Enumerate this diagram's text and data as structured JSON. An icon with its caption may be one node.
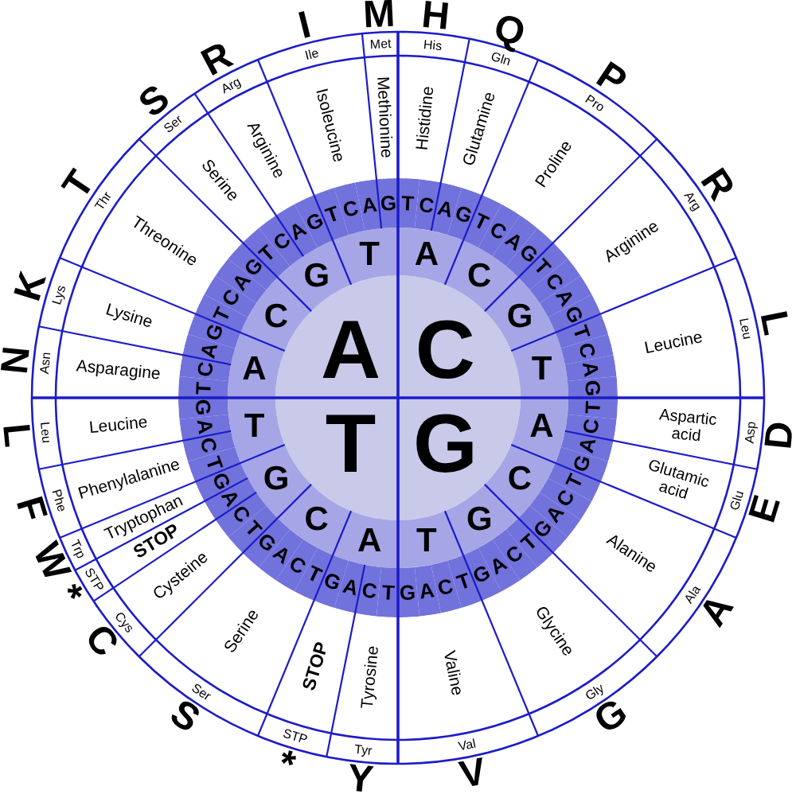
{
  "diagram": {
    "nodes": [
      {
        "text": [
          "A"
        ]
      },
      {
        "text": [
          "C"
        ]
      },
      {
        "text": [
          "T"
        ]
      },
      {
        "text": [
          "G"
        ]
      },
      {
        "text": [
          "A"
        ]
      },
      {
        "text": [
          "C"
        ]
      },
      {
        "text": [
          "G"
        ]
      },
      {
        "text": [
          "T"
        ]
      },
      {
        "text": [
          "A"
        ]
      },
      {
        "text": [
          "C"
        ]
      },
      {
        "text": [
          "G"
        ]
      },
      {
        "text": [
          "T"
        ]
      },
      {
        "text": [
          "A"
        ]
      },
      {
        "text": [
          "C"
        ]
      },
      {
        "text": [
          "G"
        ]
      },
      {
        "text": [
          "T"
        ]
      },
      {
        "text": [
          "A"
        ]
      },
      {
        "text": [
          "C"
        ]
      },
      {
        "text": [
          "G"
        ]
      },
      {
        "text": [
          "T"
        ]
      },
      {
        "text": [
          "T"
        ]
      },
      {
        "text": [
          "C"
        ]
      },
      {
        "text": [
          "A"
        ]
      },
      {
        "text": [
          "G"
        ]
      },
      {
        "text": [
          "T"
        ]
      },
      {
        "text": [
          "C"
        ]
      },
      {
        "text": [
          "A"
        ]
      },
      {
        "text": [
          "G"
        ]
      },
      {
        "text": [
          "T"
        ]
      },
      {
        "text": [
          "C"
        ]
      },
      {
        "text": [
          "A"
        ]
      },
      {
        "text": [
          "G"
        ]
      },
      {
        "text": [
          "T"
        ]
      },
      {
        "text": [
          "C"
        ]
      },
      {
        "text": [
          "A"
        ]
      },
      {
        "text": [
          "G"
        ]
      },
      {
        "text": [
          "T"
        ]
      },
      {
        "text": [
          "C"
        ]
      },
      {
        "text": [
          "A"
        ]
      },
      {
        "text": [
          "G"
        ]
      },
      {
        "text": [
          "T"
        ]
      },
      {
        "text": [
          "C"
        ]
      },
      {
        "text": [
          "A"
        ]
      },
      {
        "text": [
          "G"
        ]
      },
      {
        "text": [
          "T"
        ]
      },
      {
        "text": [
          "C"
        ]
      },
      {
        "text": [
          "A"
        ]
      },
      {
        "text": [
          "G"
        ]
      },
      {
        "text": [
          "T"
        ]
      },
      {
        "text": [
          "C"
        ]
      },
      {
        "text": [
          "A"
        ]
      },
      {
        "text": [
          "G"
        ]
      },
      {
        "text": [
          "T"
        ]
      },
      {
        "text": [
          "C"
        ]
      },
      {
        "text": [
          "A"
        ]
      },
      {
        "text": [
          "G"
        ]
      },
      {
        "text": [
          "T"
        ]
      },
      {
        "text": [
          "C"
        ]
      },
      {
        "text": [
          "A"
        ]
      },
      {
        "text": [
          "G"
        ]
      },
      {
        "text": [
          "T"
        ]
      },
      {
        "text": [
          "C"
        ]
      },
      {
        "text": [
          "A"
        ]
      },
      {
        "text": [
          "G"
        ]
      },
      {
        "text": [
          "T"
        ]
      },
      {
        "text": [
          "C"
        ]
      },
      {
        "text": [
          "A"
        ]
      },
      {
        "text": [
          "G"
        ]
      },
      {
        "text": [
          "T"
        ]
      },
      {
        "text": [
          "C"
        ]
      },
      {
        "text": [
          "A"
        ]
      },
      {
        "text": [
          "G"
        ]
      },
      {
        "text": [
          "T"
        ]
      },
      {
        "text": [
          "C"
        ]
      },
      {
        "text": [
          "A"
        ]
      },
      {
        "text": [
          "G"
        ]
      },
      {
        "text": [
          "T"
        ]
      },
      {
        "text": [
          "C"
        ]
      },
      {
        "text": [
          "A"
        ]
      },
      {
        "text": [
          "G"
        ]
      },
      {
        "text": [
          "T"
        ]
      },
      {
        "text": [
          "C"
        ]
      },
      {
        "text": [
          "A"
        ]
      },
      {
        "text": [
          "G"
        ]
      },
      {
        "text": [
          "Histidine"
        ]
      },
      {
        "text": [
          "Glutamine"
        ]
      },
      {
        "text": [
          "Proline"
        ]
      },
      {
        "text": [
          "Arginine"
        ]
      },
      {
        "text": [
          "Leucine"
        ]
      },
      {
        "text": [
          "Aspartic acid"
        ]
      },
      {
        "text": [
          "Glutamic acid"
        ]
      },
      {
        "text": [
          "Alanine"
        ]
      },
      {
        "text": [
          "Glycine"
        ]
      },
      {
        "text": [
          "Valine"
        ]
      },
      {
        "text": [
          "Tyrosine"
        ]
      },
      {
        "text": [
          "STOP"
        ]
      },
      {
        "text": [
          "Serine"
        ]
      },
      {
        "text": [
          "Cysteine"
        ]
      },
      {
        "text": [
          "STOP"
        ]
      },
      {
        "text": [
          "Tryptophan"
        ]
      },
      {
        "text": [
          "Phenylalanine"
        ]
      },
      {
        "text": [
          "Leucine"
        ]
      },
      {
        "text": [
          "Asparagine"
        ]
      },
      {
        "text": [
          "Lysine"
        ]
      },
      {
        "text": [
          "Threonine"
        ]
      },
      {
        "text": [
          "Serine"
        ]
      },
      {
        "text": [
          "Arginine"
        ]
      },
      {
        "text": [
          "Isoleucine"
        ]
      },
      {
        "text": [
          "Methionine"
        ]
      },
      {
        "text": [
          "His"
        ]
      },
      {
        "text": [
          "Gln"
        ]
      },
      {
        "text": [
          "Pro"
        ]
      },
      {
        "text": [
          "Arg"
        ]
      },
      {
        "text": [
          "Leu"
        ]
      },
      {
        "text": [
          "Asp"
        ]
      },
      {
        "text": [
          "Glu"
        ]
      },
      {
        "text": [
          "Ala"
        ]
      },
      {
        "text": [
          "Gly"
        ]
      },
      {
        "text": [
          "Val"
        ]
      },
      {
        "text": [
          "Tyr"
        ]
      },
      {
        "text": [
          "STP"
        ]
      },
      {
        "text": [
          "Ser"
        ]
      },
      {
        "text": [
          "Cys"
        ]
      },
      {
        "text": [
          "STP"
        ]
      },
      {
        "text": [
          "Trp"
        ]
      },
      {
        "text": [
          "Phe"
        ]
      },
      {
        "text": [
          "Leu"
        ]
      },
      {
        "text": [
          "Asn"
        ]
      },
      {
        "text": [
          "Lys"
        ]
      },
      {
        "text": [
          "Thr"
        ]
      },
      {
        "text": [
          "Ser"
        ]
      },
      {
        "text": [
          "Arg"
        ]
      },
      {
        "text": [
          "Ile"
        ]
      },
      {
        "text": [
          "Met"
        ]
      }
    ],
    "labels": [
      "H",
      "Q",
      "P",
      "R",
      "L",
      "D",
      "E",
      "A",
      "G",
      "V",
      "Y",
      "*",
      "S",
      "C",
      "*",
      "W",
      "F",
      "L",
      "N",
      "K",
      "T",
      "S",
      "R",
      "I",
      "M"
    ]
  }
}
